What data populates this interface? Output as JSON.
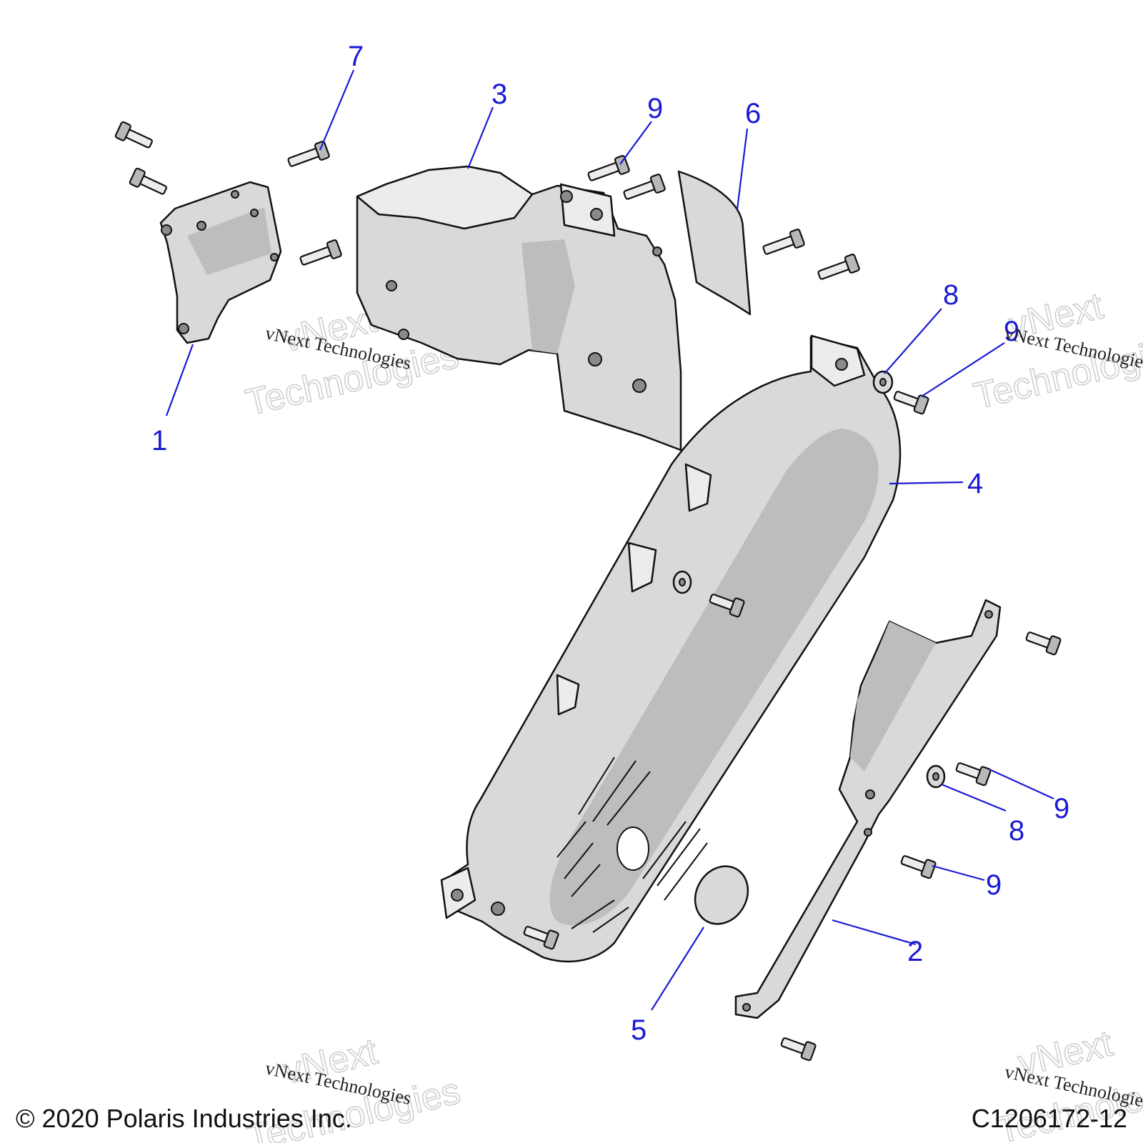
{
  "diagram": {
    "callouts": [
      "1",
      "2",
      "3",
      "4",
      "5",
      "6",
      "7",
      "8",
      "9"
    ],
    "watermark_large_1": "vNext",
    "watermark_large_2": "Technologies",
    "watermark_small": "vNext Technologies",
    "copyright": "© 2020 Polaris Industries Inc.",
    "drawing_id": "C1206172-12"
  }
}
